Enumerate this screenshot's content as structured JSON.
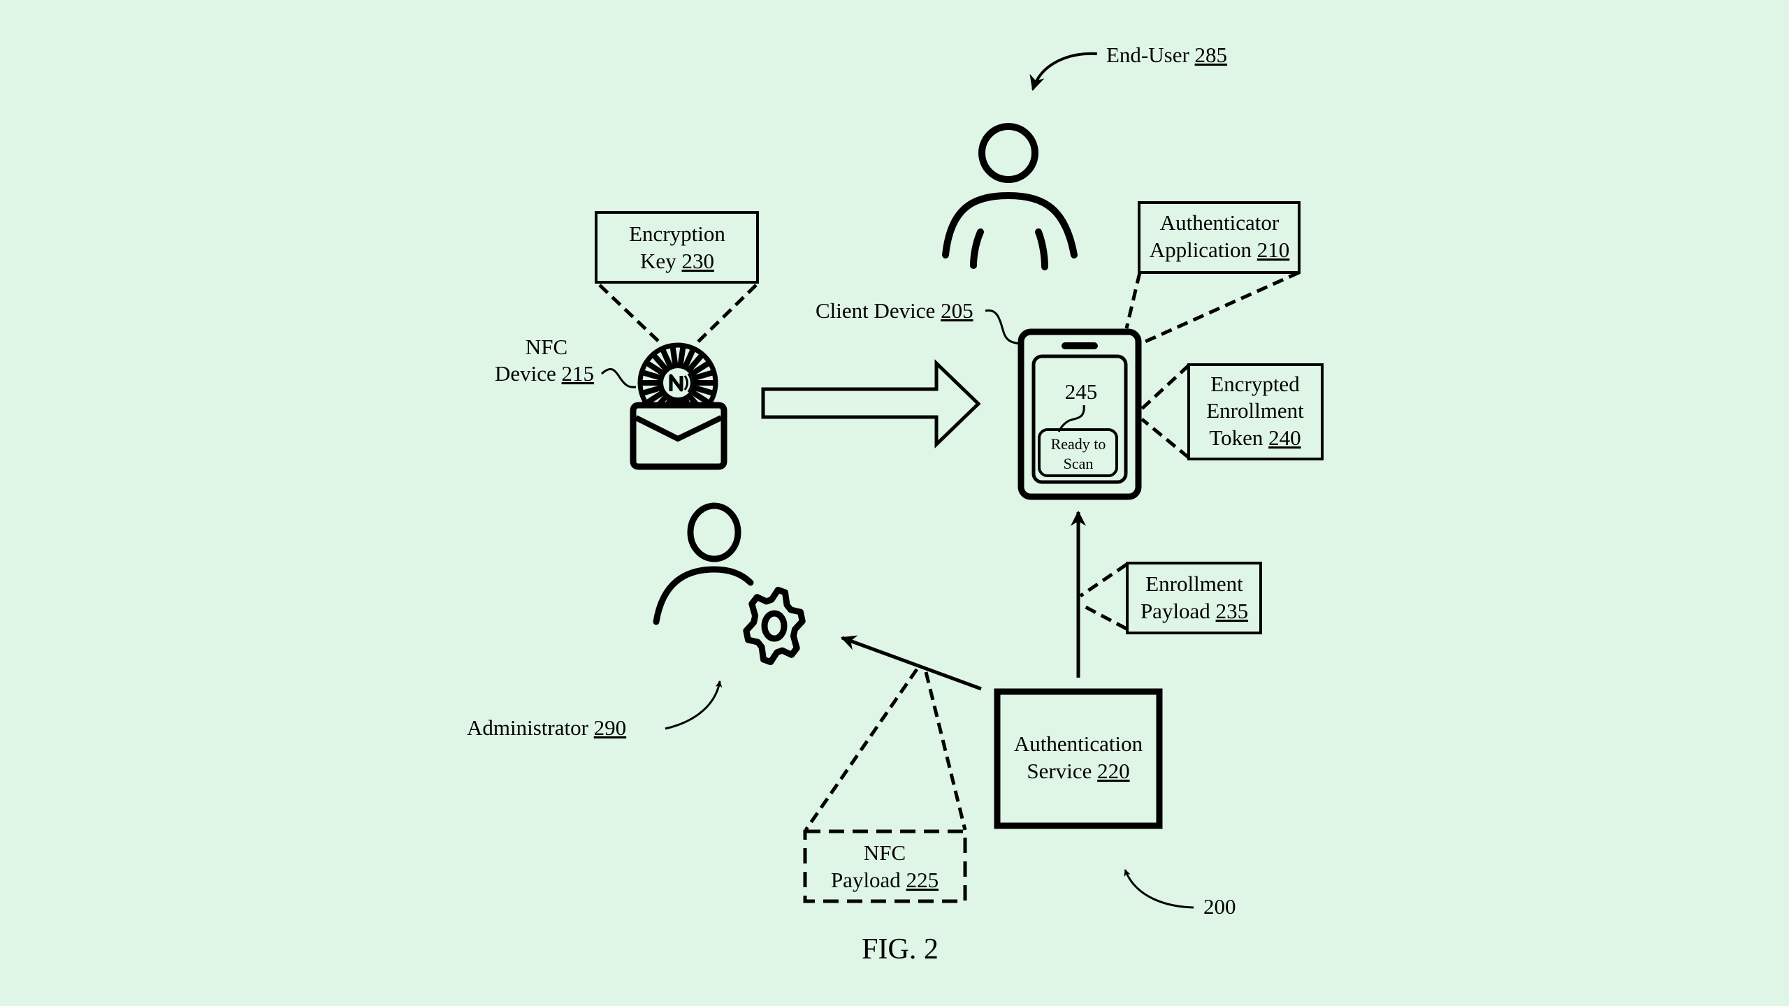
{
  "figure": {
    "caption": "FIG. 2",
    "reference_numeral": "200",
    "background_color": "#dff5e6",
    "ink_color": "#000000"
  },
  "nodes": {
    "end_user": {
      "label": "End-User",
      "ref": "285"
    },
    "administrator": {
      "label": "Administrator",
      "ref": "290"
    },
    "client_device": {
      "label": "Client Device",
      "ref": "205"
    },
    "authenticator_application": {
      "line1": "Authenticator",
      "line2": "Application",
      "ref": "210"
    },
    "encrypted_enrollment_token": {
      "line1": "Encrypted",
      "line2": "Enrollment",
      "line3": "Token",
      "ref": "240"
    },
    "screen_element": {
      "ref": "245",
      "line1": "Ready to",
      "line2": "Scan"
    },
    "encryption_key": {
      "line1": "Encryption",
      "line2": "Key",
      "ref": "230"
    },
    "nfc_device": {
      "line1": "NFC",
      "line2": "Device",
      "ref": "215"
    },
    "enrollment_payload": {
      "line1": "Enrollment",
      "line2": "Payload",
      "ref": "235"
    },
    "authentication_service": {
      "line1": "Authentication",
      "line2": "Service",
      "ref": "220"
    },
    "nfc_payload": {
      "line1": "NFC",
      "line2": "Payload",
      "ref": "225"
    }
  },
  "edges": [
    {
      "from": "nfc_device",
      "to": "client_device",
      "style": "block-arrow"
    },
    {
      "from": "authentication_service",
      "to": "client_device",
      "style": "arrow",
      "carries": "enrollment_payload"
    },
    {
      "from": "authentication_service",
      "to": "administrator",
      "style": "arrow",
      "carries": "nfc_payload"
    }
  ],
  "icons": [
    "person-icon",
    "admin-gear-icon",
    "nfc-icon",
    "envelope-icon",
    "smartphone-icon"
  ]
}
